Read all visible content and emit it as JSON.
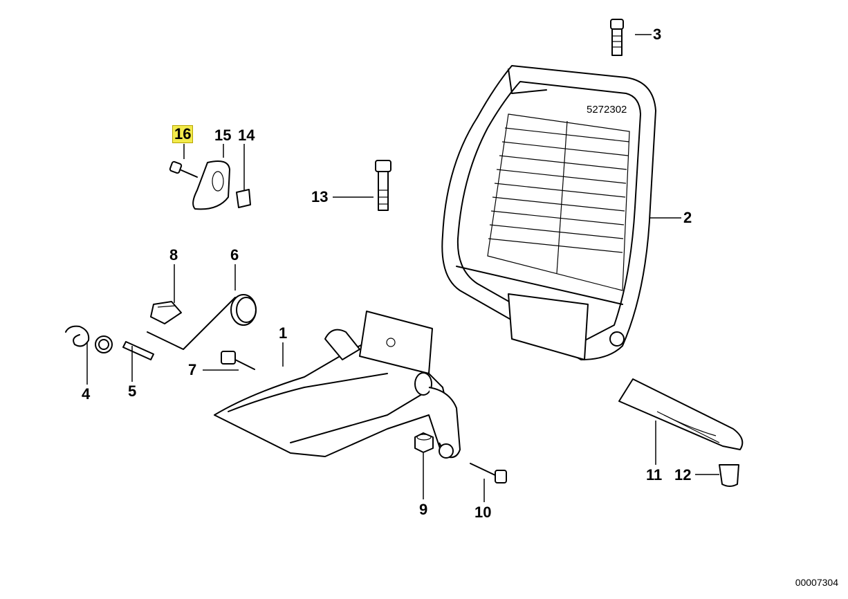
{
  "part_code": "5272302",
  "drawing_number": "00007304",
  "callouts": [
    {
      "id": "1",
      "label": "1"
    },
    {
      "id": "2",
      "label": "2"
    },
    {
      "id": "3",
      "label": "3"
    },
    {
      "id": "4",
      "label": "4"
    },
    {
      "id": "5",
      "label": "5"
    },
    {
      "id": "6",
      "label": "6"
    },
    {
      "id": "7",
      "label": "7"
    },
    {
      "id": "8",
      "label": "8"
    },
    {
      "id": "9",
      "label": "9"
    },
    {
      "id": "10",
      "label": "10"
    },
    {
      "id": "11",
      "label": "11"
    },
    {
      "id": "12",
      "label": "12"
    },
    {
      "id": "13",
      "label": "13"
    },
    {
      "id": "14",
      "label": "14"
    },
    {
      "id": "15",
      "label": "15"
    },
    {
      "id": "16",
      "label": "16",
      "highlighted": true
    }
  ],
  "colors": {
    "highlight": "#f2ea4b",
    "line": "#000000"
  }
}
